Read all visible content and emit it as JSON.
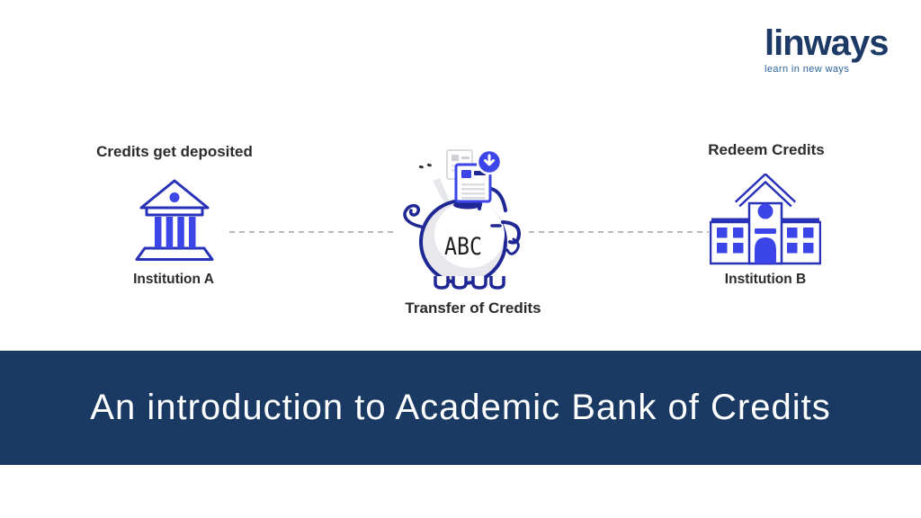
{
  "logo": {
    "name": "linways",
    "tagline": "learn in new ways"
  },
  "diagram": {
    "left": {
      "caption": "Credits get deposited",
      "label": "Institution A"
    },
    "center": {
      "abc": "ABC",
      "label": "Transfer of Credits"
    },
    "right": {
      "caption": "Redeem Credits",
      "label": "Institution B"
    }
  },
  "banner": {
    "title": "An introduction to Academic Bank of Credits"
  },
  "colors": {
    "banner_bg": "#1a3a63",
    "logo_navy": "#1d3a66",
    "tagline_blue": "#2d6399",
    "icon_blue": "#3b45e8",
    "icon_outline": "#2832b8",
    "piggy_outline": "#1e2793",
    "connector_gray": "#b9b9b9",
    "text_dark": "#2b2b2b"
  }
}
